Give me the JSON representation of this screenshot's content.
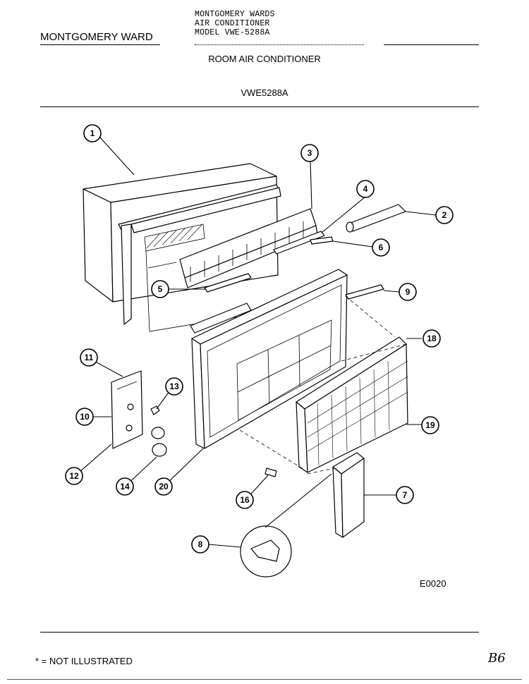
{
  "header": {
    "brand": "MONTGOMERY WARD",
    "typed_lines": [
      "MONTGOMERY WARDS",
      "AIR CONDITIONER",
      "MODEL VWE-5288A"
    ],
    "title": "ROOM AIR CONDITIONER",
    "model": "VWE5288A"
  },
  "diagram": {
    "callouts": [
      "1",
      "2",
      "3",
      "4",
      "5",
      "6",
      "7",
      "8",
      "9",
      "10",
      "11",
      "12",
      "13",
      "14",
      "16",
      "18",
      "19",
      "20"
    ],
    "code": "E0020"
  },
  "footer": {
    "note": "* = NOT ILLUSTRATED",
    "page_mark": "B6"
  }
}
